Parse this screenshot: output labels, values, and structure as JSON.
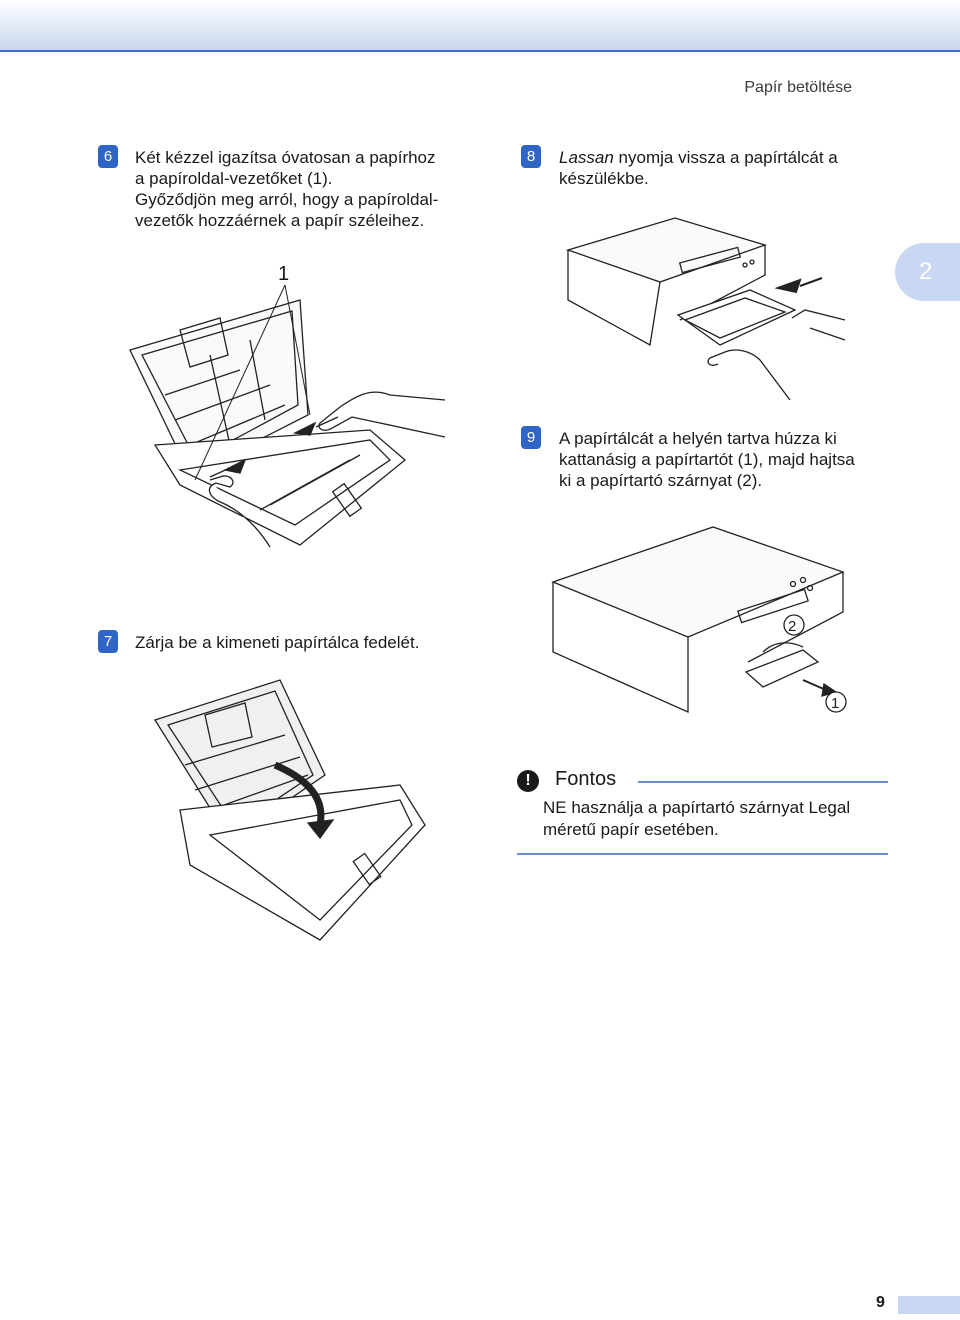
{
  "header": {
    "running_head": "Papír betöltése"
  },
  "chapter_tab": "2",
  "steps": [
    {
      "marker": "6",
      "lines": [
        "Két kézzel igazítsa óvatosan a papírhoz",
        "a papíroldal-vezetőket (1).",
        "Győződjön meg arról, hogy a papíroldal-",
        "vezetők hozzáérnek a papír széleihez."
      ]
    },
    {
      "marker": "7",
      "lines": [
        "Zárja be a kimeneti papírtálca fedelét."
      ]
    },
    {
      "marker": "8",
      "emphasis": "Lassan",
      "line1_rest": " nyomja vissza a papírtálcát a",
      "line2": "készülékbe."
    },
    {
      "marker": "9",
      "lines": [
        "A papírtálcát a helyén tartva húzza ki",
        "kattanásig a papírtartót (1), majd hajtsa",
        "ki a papírtartó szárnyat (2)."
      ]
    }
  ],
  "figures": {
    "fig6_callout": "1",
    "fig9_callout_1": "1",
    "fig9_callout_2": "2"
  },
  "important": {
    "icon": "!",
    "title": "Fontos",
    "lines": [
      "NE használja a papírtartó szárnyat Legal",
      "méretű papír esetében."
    ]
  },
  "page_number": "9",
  "colors": {
    "accent": "#2f66c5",
    "tab": "#c8d8f2",
    "rule": "#6b8fd6"
  }
}
